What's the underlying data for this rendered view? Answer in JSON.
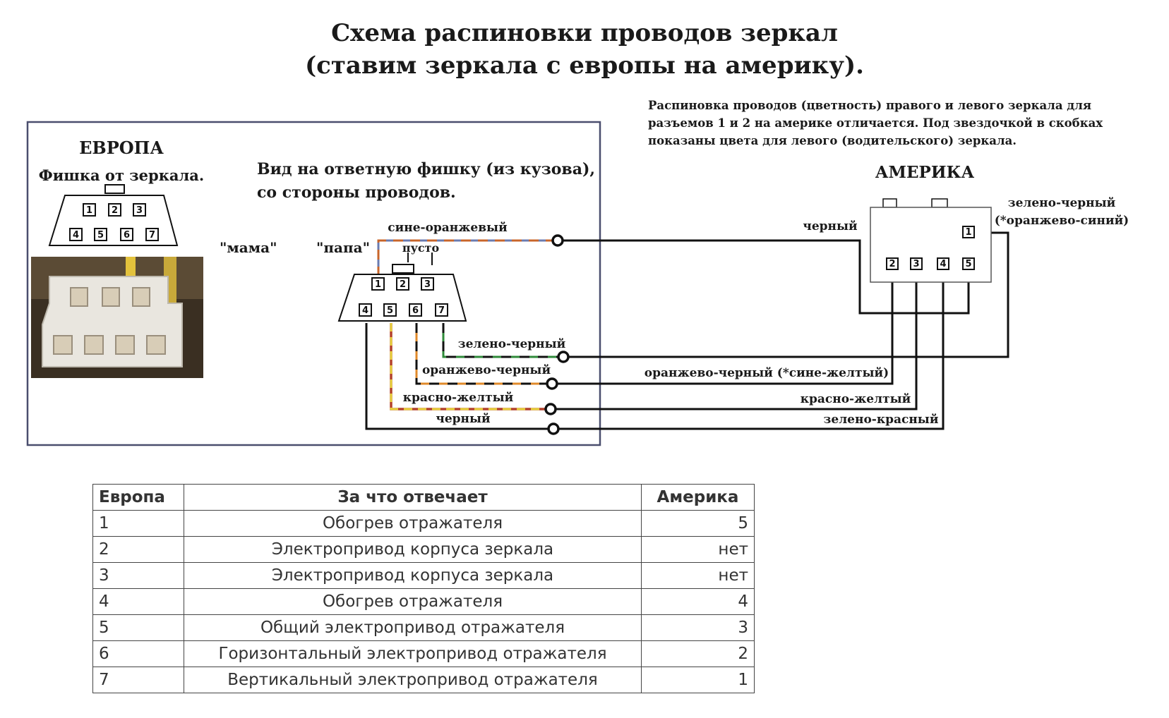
{
  "title": {
    "line1": "Схема распиновки проводов зеркал",
    "line2": "(ставим зеркала с европы на америку)."
  },
  "note": {
    "line1": "Распиновка проводов (цветность) правого и левого зеркала для",
    "line2": "разъемов 1 и 2 на америке отличается. Под звездочкой в скобках",
    "line3": "показаны цвета для левого (водительского) зеркала."
  },
  "europe": {
    "heading": "ЕВРОПА",
    "connector_caption": "Фишка от зеркала.",
    "female_label": "\"мама\"",
    "pins_top": [
      "1",
      "2",
      "3"
    ],
    "pins_bottom": [
      "4",
      "5",
      "6",
      "7"
    ]
  },
  "mating": {
    "caption_line1": "Вид на ответную фишку (из кузова),",
    "caption_line2": "со стороны проводов.",
    "male_label": "\"папа\"",
    "empty_label": "пусто",
    "pins_top": [
      "1",
      "2",
      "3"
    ],
    "pins_bottom": [
      "4",
      "5",
      "6",
      "7"
    ],
    "wires": [
      {
        "label": "сине-оранжевый",
        "color1": "#c8652a",
        "color2": "#6a7bb0"
      },
      {
        "label": "зелено-черный",
        "color1": "#2f8a3a",
        "color2": "#111111"
      },
      {
        "label": "оранжево-черный",
        "color1": "#e08a2a",
        "color2": "#111111"
      },
      {
        "label": "красно-желтый",
        "color1": "#b4412a",
        "color2": "#e8d23a"
      },
      {
        "label": "черный",
        "color1": "#111111",
        "color2": "#111111"
      }
    ]
  },
  "america": {
    "heading": "АМЕРИКА",
    "pin1_label_line1": "зелено-черный",
    "pin1_label_line2": "(*оранжево-синий)",
    "pins": [
      "1",
      "2",
      "3",
      "4",
      "5"
    ],
    "wire_labels": {
      "black": "черный",
      "orange_black": "оранжево-черный (*сине-желтый)",
      "red_yellow": "красно-желтый",
      "green_red": "зелено-красный"
    }
  },
  "table": {
    "headers": [
      "Европа",
      "За что отвечает",
      "Америка"
    ],
    "rows": [
      [
        "1",
        "Обогрев отражателя",
        "5"
      ],
      [
        "2",
        "Электропривод корпуса зеркала",
        "нет"
      ],
      [
        "3",
        "Электропривод корпуса зеркала",
        "нет"
      ],
      [
        "4",
        "Обогрев отражателя",
        "4"
      ],
      [
        "5",
        "Общий электропривод отражателя",
        "3"
      ],
      [
        "6",
        "Горизонтальный электропривод отражателя",
        "2"
      ],
      [
        "7",
        "Вертикальный электропривод отражателя",
        "1"
      ]
    ]
  }
}
